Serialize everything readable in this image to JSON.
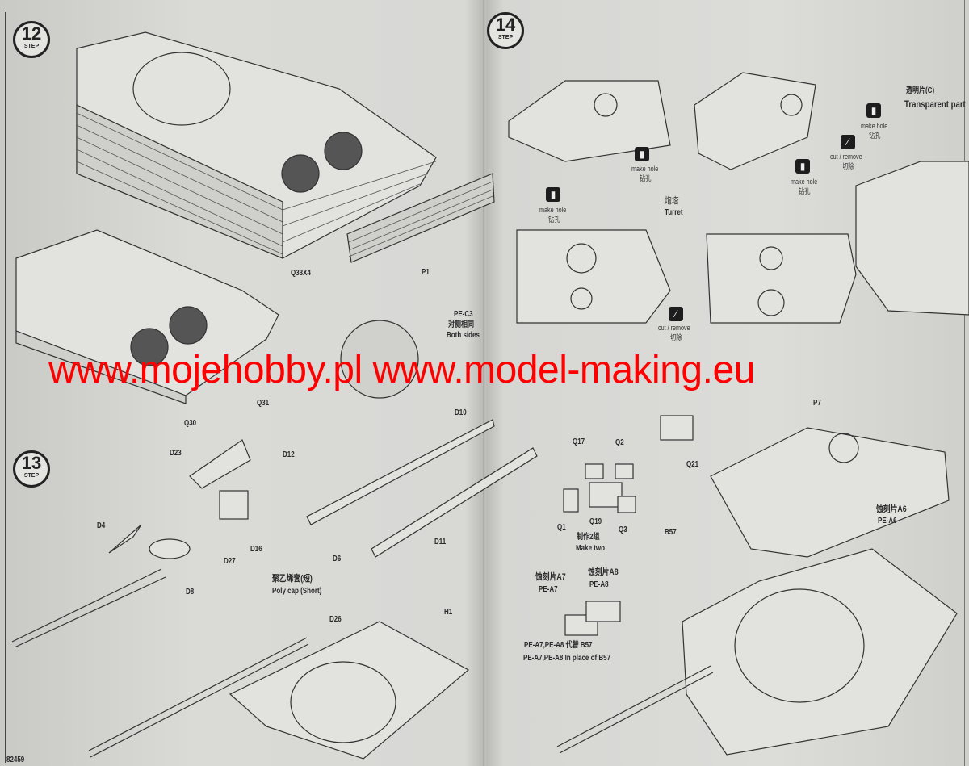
{
  "steps": [
    {
      "number": "12",
      "word": "STEP"
    },
    {
      "number": "13",
      "word": "STEP"
    },
    {
      "number": "14",
      "word": "STEP"
    }
  ],
  "step12": {
    "labels": [
      "Q33X4",
      "P1",
      "Q31",
      "Q30",
      "PE-C3",
      "对侧相同",
      "Both sides"
    ]
  },
  "step13": {
    "labels": [
      "D23",
      "D12",
      "D4",
      "D16",
      "D10",
      "D11",
      "D6",
      "D8",
      "D27",
      "D26",
      "H1"
    ],
    "polycap_cn": "聚乙烯套(短)",
    "polycap_en": "Poly cap (Short)"
  },
  "step14": {
    "make_hole_en": "make hole",
    "make_hole_cn": "钻孔",
    "cut_remove_en": "cut / remove",
    "cut_remove_cn": "切除",
    "turret_cn": "炮塔",
    "turret_en": "Turret",
    "transparent_cn": "透明片(C)",
    "transparent_en": "Transparent part",
    "labels": [
      "P7",
      "Q21",
      "Q17",
      "Q2",
      "Q19",
      "Q1",
      "Q3",
      "B57"
    ],
    "make_two_cn": "制作2组",
    "make_two_en": "Make two",
    "pe_a6_cn": "蚀刻片A6",
    "pe_a6": "PE-A6",
    "pe_a7_cn": "蚀刻片A7",
    "pe_a7": "PE-A7",
    "pe_a8_cn": "蚀刻片A8",
    "pe_a8": "PE-A8",
    "replace_cn": "PE-A7,PE-A8 代替 B57",
    "replace_en": "PE-A7,PE-A8  In place of B57"
  },
  "page_number": "82459",
  "watermark": "www.mojehobby.pl www.model-making.eu",
  "colors": {
    "watermark": "#ff0000",
    "ink": "#222222",
    "paper": "#d9d9d6"
  }
}
